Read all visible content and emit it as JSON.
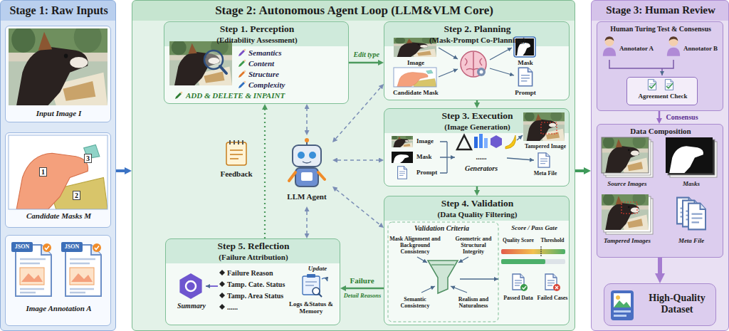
{
  "diagram": {
    "nodes": [
      {
        "text": [
          "Stage 1: Raw Inputs"
        ]
      },
      {
        "text": [
          "Input Image I"
        ],
        "in": 0
      },
      {
        "text": [
          "Candidate Masks M"
        ],
        "in": 0
      },
      {
        "text": [
          "Image Annotation A"
        ],
        "in": 0
      },
      {
        "text": [
          "Stage 2: Autonomous Agent Loop (LLM&VLM Core)"
        ]
      },
      {
        "text": [
          "Step 1. Perception",
          "(Editability Assessment)",
          "Semantics",
          "Content",
          "Structure",
          "Complexity",
          "ADD & DELETE & INPAINT"
        ],
        "in": 4
      },
      {
        "text": [
          "Step 2. Planning",
          "(Mask-Prompt Co-Planning)",
          "Image",
          "Candidate Mask",
          "Mask",
          "Prompt"
        ],
        "in": 4
      },
      {
        "text": [
          "Step 3. Execution",
          "(Image Generation)",
          "Image",
          "Mask",
          "Prompt",
          "......",
          "Generators",
          "Tampered Image",
          "Meta File"
        ],
        "in": 4
      },
      {
        "text": [
          "Step 4. Validation",
          "(Data Quality Filtering)",
          "Validation Criteria",
          "Mask Alignment and Background Consistency",
          "Geometric and Structural Integrity",
          "Semantic Consistency",
          "Realism and Naturalness",
          "Score / Pass Gate",
          "Quality Score",
          "Threshold",
          "Passed Data",
          "Failed Cases"
        ],
        "in": 4
      },
      {
        "text": [
          "Step 5. Reflection",
          "(Failure Attribution)",
          "Failure Reason",
          "Tamp. Cate. Status",
          "Tamp. Area Status",
          "......",
          "Summary",
          "Update",
          "Logs &Status & Memory"
        ],
        "in": 4
      },
      {
        "text": [
          "LLM Agent"
        ],
        "in": 4
      },
      {
        "text": [
          "Stage 3: Human Review"
        ]
      },
      {
        "text": [
          "Human Turing Test & Consensus",
          "Annotator A",
          "Annotator B"
        ],
        "in": 11
      },
      {
        "text": [
          "Agreement Check"
        ],
        "in": 12
      },
      {
        "text": [
          "Data Composition",
          "Source Images",
          "Masks",
          "Tampered Images",
          "Meta File"
        ],
        "in": 11
      },
      {
        "text": [
          "High-Quality Dataset"
        ],
        "in": 11
      }
    ],
    "edges": [
      {
        "from": 0,
        "to": 4,
        "arrow": "to"
      },
      {
        "from": 5,
        "to": 6,
        "label": "Edit type",
        "arrow": "to"
      },
      {
        "from": 6,
        "to": 7,
        "arrow": "to"
      },
      {
        "from": 7,
        "to": 8,
        "arrow": "to"
      },
      {
        "from": 8,
        "to": 9,
        "label": "Failure",
        "arrow": "to"
      },
      {
        "from": 9,
        "to": 5,
        "label": "Feedback",
        "arrow": "to"
      },
      {
        "from": 10,
        "to": 5,
        "arrow": "both"
      },
      {
        "from": 10,
        "to": 6,
        "arrow": "both"
      },
      {
        "from": 10,
        "to": 7,
        "arrow": "both"
      },
      {
        "from": 10,
        "to": 8,
        "arrow": "both"
      },
      {
        "from": 10,
        "to": 9,
        "arrow": "both"
      },
      {
        "from": 4,
        "to": 11,
        "arrow": "to"
      },
      {
        "from": 12,
        "to": 14,
        "label": "Consensus",
        "arrow": "to"
      },
      {
        "from": 14,
        "to": 15,
        "arrow": "to"
      }
    ],
    "labels": [
      "1",
      "3",
      "2",
      "JSON",
      "JSON",
      "Detail Reasons"
    ]
  }
}
